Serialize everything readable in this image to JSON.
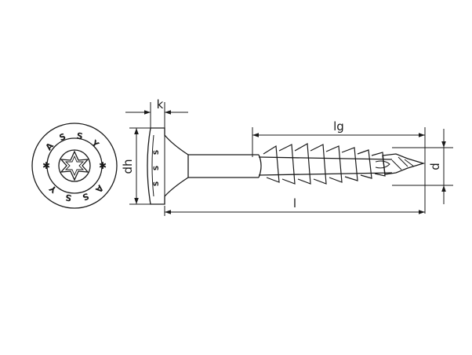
{
  "dimensions": {
    "k": "k",
    "lg": "lg",
    "l": "l",
    "dh": "dh",
    "d": "d"
  },
  "head_marking": {
    "letters": [
      "A",
      "S",
      "S",
      "Y",
      "A",
      "S",
      "S",
      "Y"
    ],
    "side_letters": [
      "S",
      "S",
      "S"
    ]
  },
  "colors": {
    "line": "#1a1a1a",
    "background": "#ffffff"
  }
}
